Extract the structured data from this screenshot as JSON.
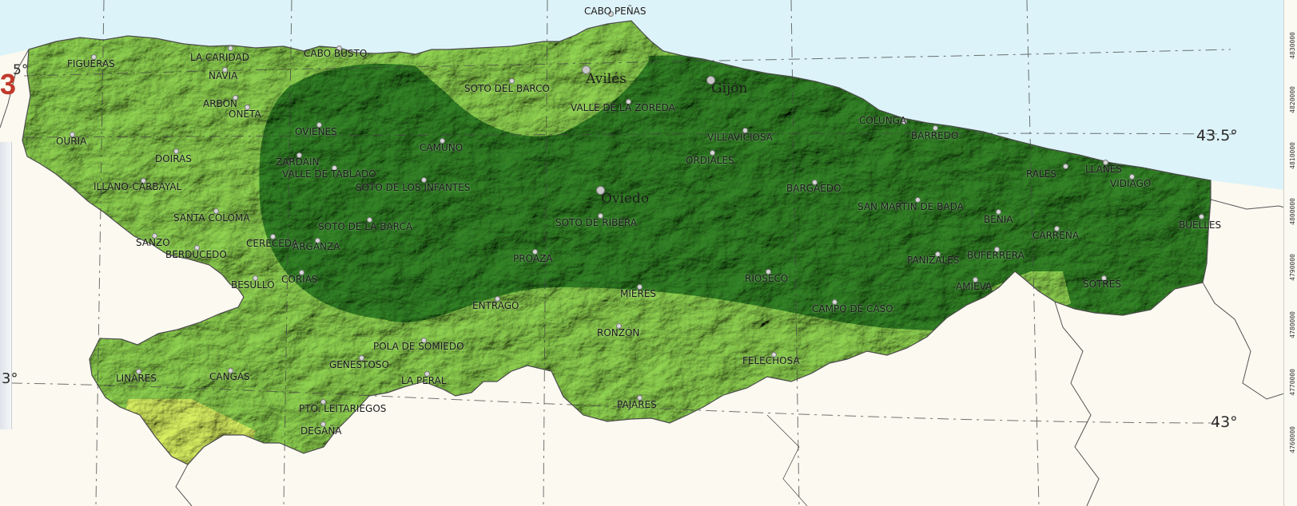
{
  "page_tag": "3",
  "graticule_labels": {
    "lat_43_5_right": "43.5°",
    "lat_43_right": "43°",
    "lat_43_5_left": "5°",
    "lat_43_left": "3°"
  },
  "utm_ticks": [
    "4830000",
    "4820000",
    "4810000",
    "4800000",
    "4790000",
    "4780000",
    "4770000",
    "4760000"
  ],
  "cities": [
    "Avilés",
    "Gijón",
    "Oviedo"
  ],
  "places": [
    "CABO PEÑAS",
    "FIGUERAS",
    "LA CARIDAD",
    "CABO BUSTO",
    "NAVIA",
    "ARBON",
    "ONETA",
    "OURIA",
    "DOIRAS",
    "ILLANO-CARBAYAL",
    "SANTA COLOMA",
    "SANZO",
    "BERDUCEDO",
    "CERECEDA",
    "ARGANZA",
    "BESULLO",
    "CORIAS",
    "OVIENES",
    "ZARDAIN",
    "VALLE DE TABLADO",
    "SOTO DE LOS INFANTES",
    "CAMUÑO",
    "SOTO DE LA BARCA",
    "SOTO DEL BARCO",
    "VALLE DE LA ZOREDA",
    "VILLAVICIOSA",
    "ORDIALES",
    "COLUNGA",
    "BARREDO",
    "RALES",
    "LLANES",
    "VIDIAGO",
    "BARGAEDO",
    "SAN MARTIN DE BADA",
    "BENIA",
    "CARREÑA",
    "BUELLES",
    "SOTO DE RIBERA",
    "PROAZA",
    "BUFERRERA",
    "PANIZALES",
    "AMIEVA",
    "SOTRES",
    "RIOSECO",
    "MIERES",
    "CAMPO DE CASO",
    "ENTRAGO",
    "RONZÓN",
    "POLA DE SOMIEDO",
    "GENESTOSO",
    "LA PERAL",
    "FELECHOSA",
    "LINARES",
    "CANGAS",
    "PTO. LEITARIEGOS",
    "PAJARES",
    "DEGAÑA"
  ],
  "colors": {
    "sea": "#dcf3f9",
    "land_outside": "#fbf9f0",
    "zone_light": "#84c24a",
    "zone_mid": "#5da33a",
    "zone_dark": "#2f7a23",
    "zone_pale": "#c9de5a",
    "page_tag": "#c0392b"
  }
}
